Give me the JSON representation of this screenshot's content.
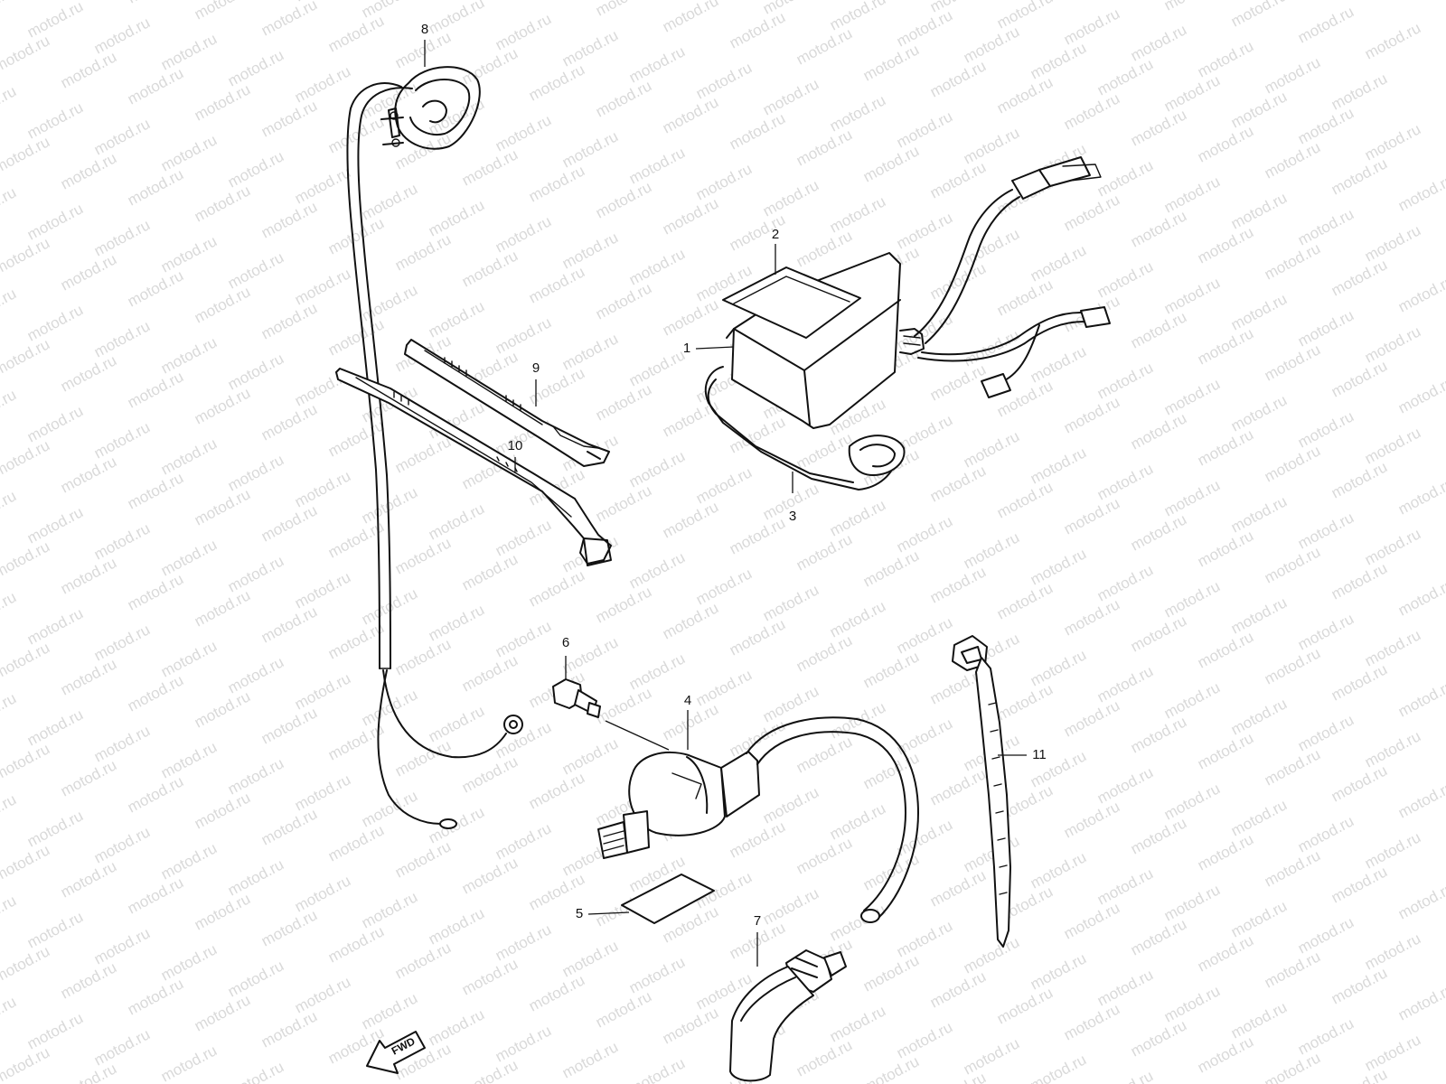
{
  "watermark": "motod.ru",
  "direction_label": "FWD",
  "callouts": [
    "1",
    "2",
    "3",
    "4",
    "5",
    "6",
    "7",
    "8",
    "9",
    "10",
    "11"
  ],
  "colors": {
    "line": "#111111",
    "watermark": "#d9d9d9",
    "background": "#ffffff"
  }
}
